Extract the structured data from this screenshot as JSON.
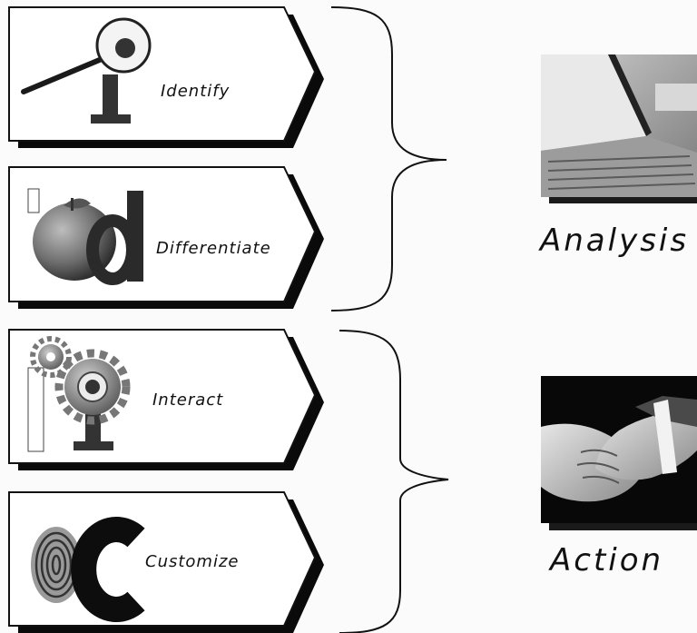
{
  "steps": [
    {
      "letter": "I",
      "label": "Identify",
      "icon": "magnifier-icon"
    },
    {
      "letter": "D",
      "label": "Differentiate",
      "icon": "apple-icon"
    },
    {
      "letter": "I",
      "label": "Interact",
      "icon": "gears-icon"
    },
    {
      "letter": "C",
      "label": "Customize",
      "icon": "fingerprint-icon"
    }
  ],
  "groups": [
    {
      "label": "Analysis",
      "photo": "laptop-photo"
    },
    {
      "label": "Action",
      "photo": "handshake-photo"
    }
  ],
  "colors": {
    "letter": "#333333",
    "shadow": "#0a0a0a",
    "outline": "#111111"
  }
}
